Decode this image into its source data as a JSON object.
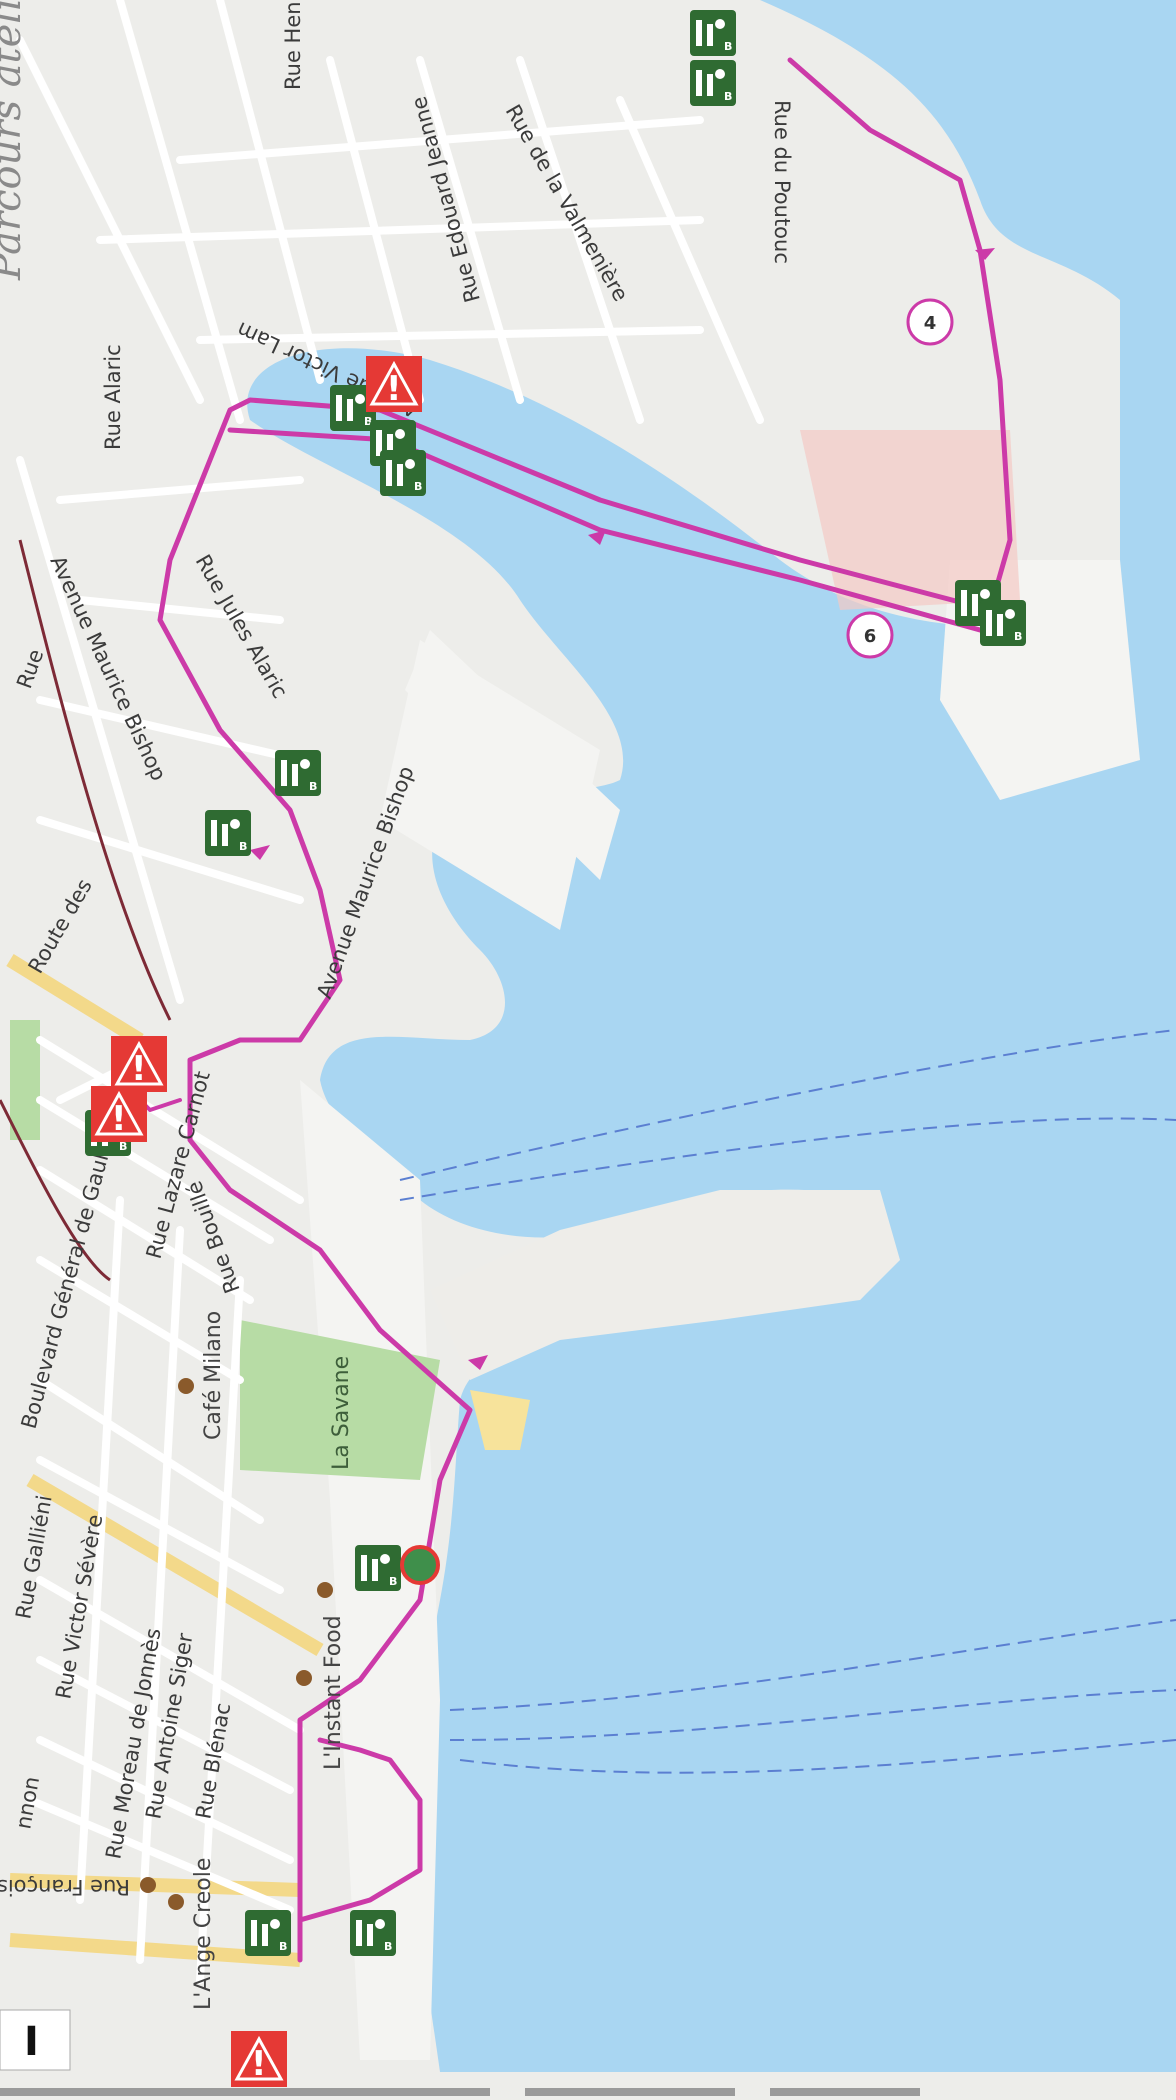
{
  "map": {
    "streets": [
      "Rue Hen",
      "Rue du Poutouc",
      "Rue de la Valmenière",
      "Rue Edouard Jeanne",
      "Avenue Victor Lam",
      "Rue Alaric",
      "Avenue Maurice Bishop",
      "Rue Jules Alaric",
      "Avenue Maurice Bishop",
      "Route des",
      "Boulevard Général de Gaulle",
      "Rue Lazare Carnot",
      "Rue Bouillé",
      "Rue Galliéni",
      "Rue Victor Sévère",
      "Rue Moreau de Jonnès",
      "Rue Antoine Siger",
      "Rue Blénac",
      "Rue François",
      "Rue",
      "nnon"
    ],
    "pois": [
      "Café Milano",
      "L'Instant Food",
      "L'Ange Creole"
    ],
    "park_label": "La Savane",
    "stage_markers": [
      "4",
      "6"
    ],
    "warning_symbol": "!",
    "icon_badge": "B",
    "page_marker": "I",
    "handwriting": "Parcours atelier",
    "colors": {
      "water": "#a9d6f2",
      "land": "#ededea",
      "route": "#cc3aa8",
      "park": "#b7dca5",
      "warning": "#e53935",
      "icon_green": "#2f6b32"
    }
  }
}
